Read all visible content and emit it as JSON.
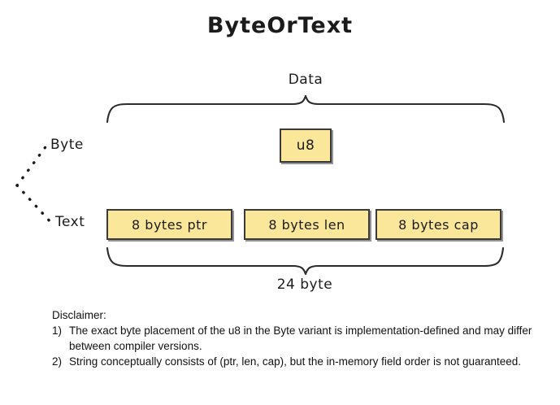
{
  "title": "ByteOrText",
  "colors": {
    "cell_fill": "#fbe79a",
    "cell_border": "#3a3a3a",
    "ink": "#1b1b1b",
    "background": "#ffffff"
  },
  "diagram": {
    "top_brace_label": "Data",
    "bottom_brace_label": "24 byte",
    "variants": [
      {
        "name": "byte-variant",
        "label": "Byte"
      },
      {
        "name": "text-variant",
        "label": "Text"
      }
    ],
    "byte_row": {
      "cells": [
        {
          "name": "u8",
          "label": "u8"
        }
      ]
    },
    "text_row": {
      "cells": [
        {
          "name": "ptr",
          "label": "8 bytes ptr"
        },
        {
          "name": "len",
          "label": "8 bytes len"
        },
        {
          "name": "cap",
          "label": "8 bytes cap"
        }
      ]
    }
  },
  "disclaimer": {
    "heading": "Disclaimer:",
    "items": [
      {
        "number": "1)",
        "line1": "The exact byte placement of the u8 in the Byte variant is implementation-defined",
        "line2": "and may differ between compiler versions."
      },
      {
        "number": "2)",
        "line1": "String conceptually consists of (ptr, len, cap), but the in-memory field order is",
        "line2": "not guaranteed."
      }
    ]
  }
}
